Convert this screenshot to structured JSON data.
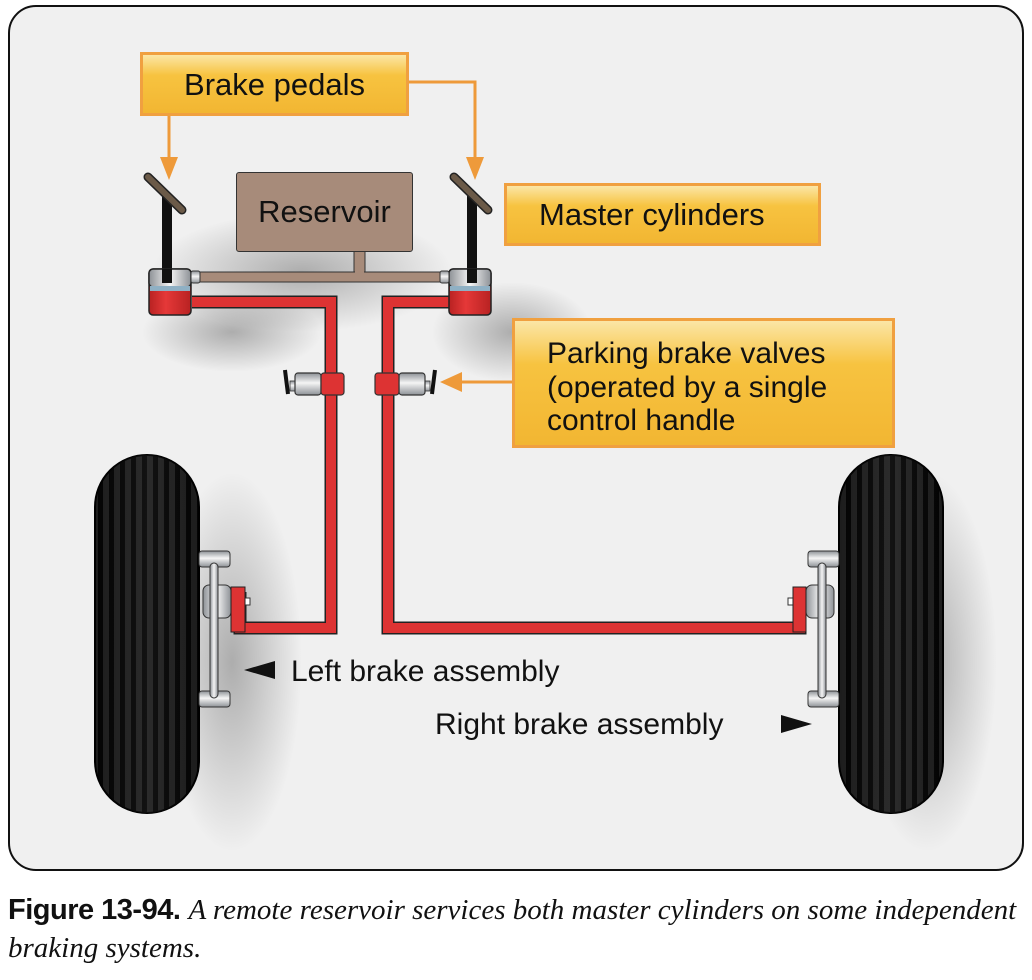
{
  "figure": {
    "callouts": {
      "brake_pedals": "Brake pedals",
      "reservoir": "Reservoir",
      "master_cylinders": "Master cylinders",
      "parking_brake_valves": [
        "Parking brake valves",
        "(operated by a single",
        "control handle"
      ]
    },
    "labels": {
      "left_brake_assembly": "Left brake assembly",
      "right_brake_assembly": "Right brake assembly"
    },
    "colors": {
      "callout_fill": "#f2b632",
      "callout_border": "#f0a040",
      "arrow": "#ee9a3a",
      "hydraulic_line": "#dd3333",
      "reservoir_line": "#a78b7a",
      "background": "#f0f0f0",
      "tire": "#111111"
    }
  },
  "caption": {
    "figure_number": "Figure 13-94.",
    "text": "A remote reservoir services both master cylinders on some independent braking systems."
  }
}
